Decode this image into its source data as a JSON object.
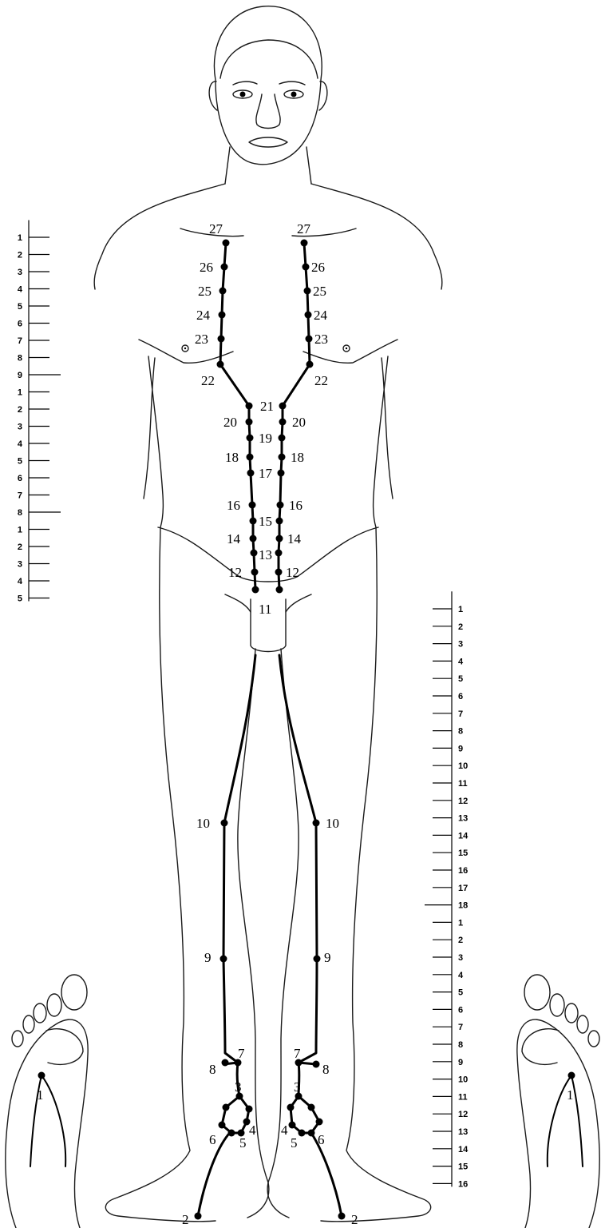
{
  "left_scale": {
    "groups": [
      [
        "1",
        "2",
        "3",
        "4",
        "5",
        "6",
        "7",
        "8",
        "9"
      ],
      [
        "1",
        "2",
        "3",
        "4",
        "5",
        "6",
        "7",
        "8"
      ],
      [
        "1",
        "2",
        "3",
        "4",
        "5"
      ]
    ]
  },
  "right_scale": {
    "groups": [
      [
        "1",
        "2",
        "3",
        "4",
        "5",
        "6",
        "7",
        "8",
        "9",
        "10",
        "11",
        "12",
        "13",
        "14",
        "15",
        "16",
        "17",
        "18"
      ],
      [
        "1",
        "2",
        "3",
        "4",
        "5",
        "6",
        "7",
        "8",
        "9",
        "10",
        "11",
        "12",
        "13",
        "14",
        "15",
        "16"
      ]
    ]
  },
  "points": {
    "p1": "1",
    "p2": "2",
    "p3": "3",
    "p4": "4",
    "p5": "5",
    "p6": "6",
    "p7": "7",
    "p8": "8",
    "p9": "9",
    "p10": "10",
    "p11": "11",
    "p12": "12",
    "p13": "13",
    "p14": "14",
    "p15": "15",
    "p16": "16",
    "p17": "17",
    "p18": "18",
    "p19": "19",
    "p20": "20",
    "p21": "21",
    "p22": "22",
    "p23": "23",
    "p24": "24",
    "p25": "25",
    "p26": "26",
    "p27": "27"
  }
}
